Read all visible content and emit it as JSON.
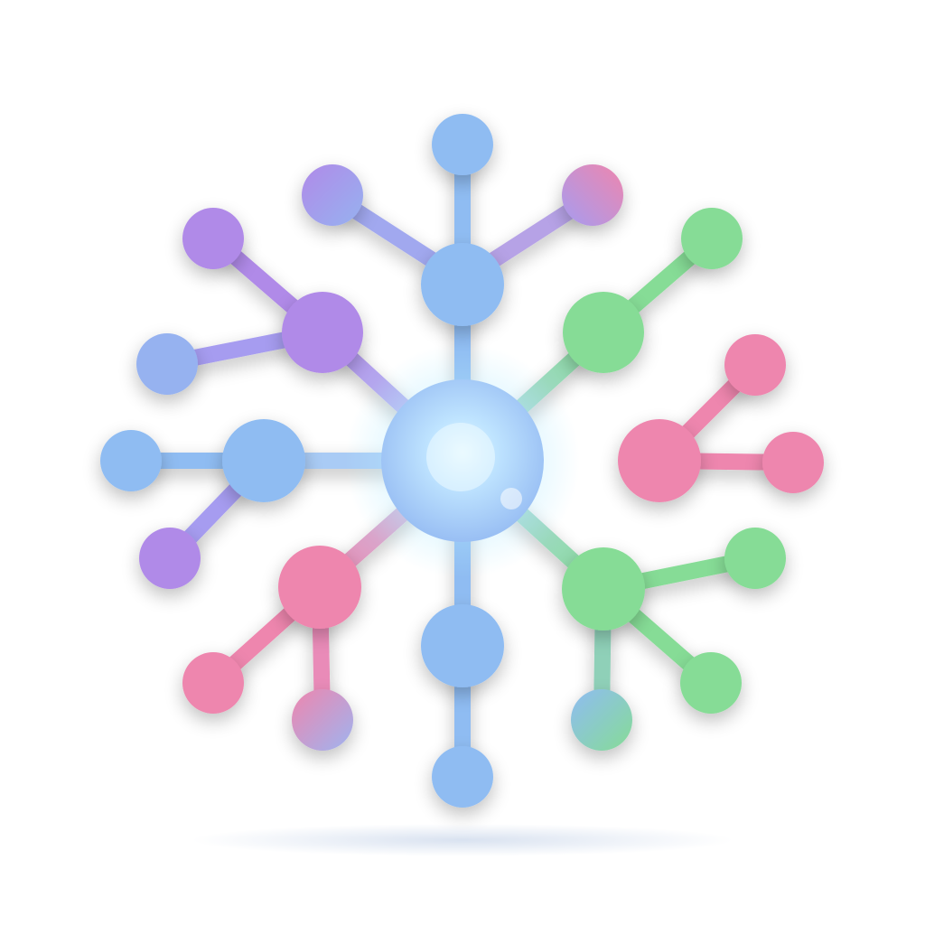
{
  "illustration": {
    "subject": "network-hub-icon",
    "colors": {
      "blue": "#8fbcf2",
      "purple": "#b08ae8",
      "pink": "#ee86ae",
      "green": "#86dc96",
      "hub_light": "#c8ecff",
      "hub_core": "#9fc2f3"
    },
    "branches": [
      {
        "name": "top",
        "color": "blue",
        "leaves": [
          "purple",
          "blue",
          "pink"
        ]
      },
      {
        "name": "upper-left",
        "color": "purple",
        "leaves": [
          "purple",
          "blue"
        ]
      },
      {
        "name": "upper-right",
        "color": "green",
        "leaves": [
          "green"
        ]
      },
      {
        "name": "right",
        "color": "pink",
        "leaves": [
          "pink",
          "pink"
        ]
      },
      {
        "name": "lower-right",
        "color": "green",
        "leaves": [
          "green",
          "green",
          "blue"
        ]
      },
      {
        "name": "bottom",
        "color": "blue",
        "leaves": [
          "blue"
        ]
      },
      {
        "name": "lower-left",
        "color": "pink",
        "leaves": [
          "pink",
          "pink"
        ]
      },
      {
        "name": "left",
        "color": "blue",
        "leaves": [
          "blue",
          "purple"
        ]
      }
    ]
  }
}
